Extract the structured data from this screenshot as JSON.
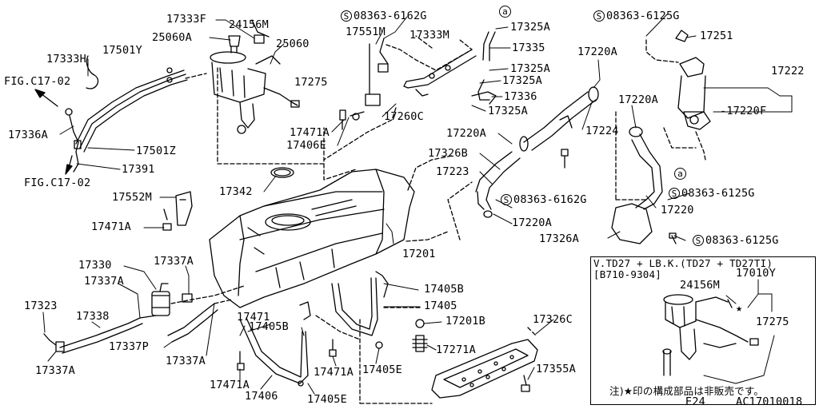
{
  "labels": {
    "p17333F": "17333F",
    "p24156M": "24156M",
    "p25060A": "25060A",
    "p25060": "25060",
    "p17333H": "17333H",
    "p17501Y": "17501Y",
    "figRef1": "FIG.C17-02",
    "p17275": "17275",
    "p17336A": "17336A",
    "p17501Z": "17501Z",
    "p17391": "17391",
    "figRef2": "FIG.C17-02",
    "bolt6162G": "08363-6162G",
    "p17551M": "17551M",
    "p17333M": "17333M",
    "circleA1": "a",
    "p17325A_1": "17325A",
    "p17335": "17335",
    "p17325A_2": "17325A",
    "p17325A_3": "17325A",
    "p17336": "17336",
    "p17325A_4": "17325A",
    "p17260C": "17260C",
    "p17471A_1": "17471A",
    "p17406E": "17406E",
    "bolt6125G_1": "08363-6125G",
    "p17251": "17251",
    "p17220A_1": "17220A",
    "p17222": "17222",
    "p17220A_2": "17220A",
    "p17220F": "17220F",
    "p17220A_3": "17220A",
    "p17224": "17224",
    "p17326B": "17326B",
    "p17223": "17223",
    "circleA2": "a",
    "bolt6125G_2": "08363-6125G",
    "bolt6162G_2": "08363-6162G",
    "p17220": "17220",
    "p17220A_4": "17220A",
    "p17326A": "17326A",
    "bolt6125G_3": "08363-6125G",
    "p17342": "17342",
    "p17552M": "17552M",
    "p17471A_2": "17471A",
    "p17201": "17201",
    "p17330": "17330",
    "p17337A_1": "17337A",
    "p17337A_2": "17337A",
    "p17323": "17323",
    "p17338": "17338",
    "p17337A_3": "17337A",
    "p17337P": "17337P",
    "p17337A_4": "17337A",
    "p17471": "17471",
    "p17405B_1": "17405B",
    "p17405B_2": "17405B",
    "p17405": "17405",
    "p17201B": "17201B",
    "p17271A": "17271A",
    "p17471A_3": "17471A",
    "p17405E_1": "17405E",
    "p17471A_4": "17471A",
    "p17406": "17406",
    "p17405E_2": "17405E",
    "p17326C": "17326C",
    "p17355A": "17355A"
  },
  "bolt_symbol": "S",
  "inset": {
    "line1": "V.TD27 + LB.K.(TD27 + TD27TI)",
    "line2": "[B710-9304]",
    "p24156M": "24156M",
    "p17010Y": "17010Y",
    "p17275": "17275",
    "star": "★",
    "note": "注)★印の構成部品は非販売です。"
  },
  "footer": {
    "page": "E24",
    "code": "AC17010018"
  }
}
